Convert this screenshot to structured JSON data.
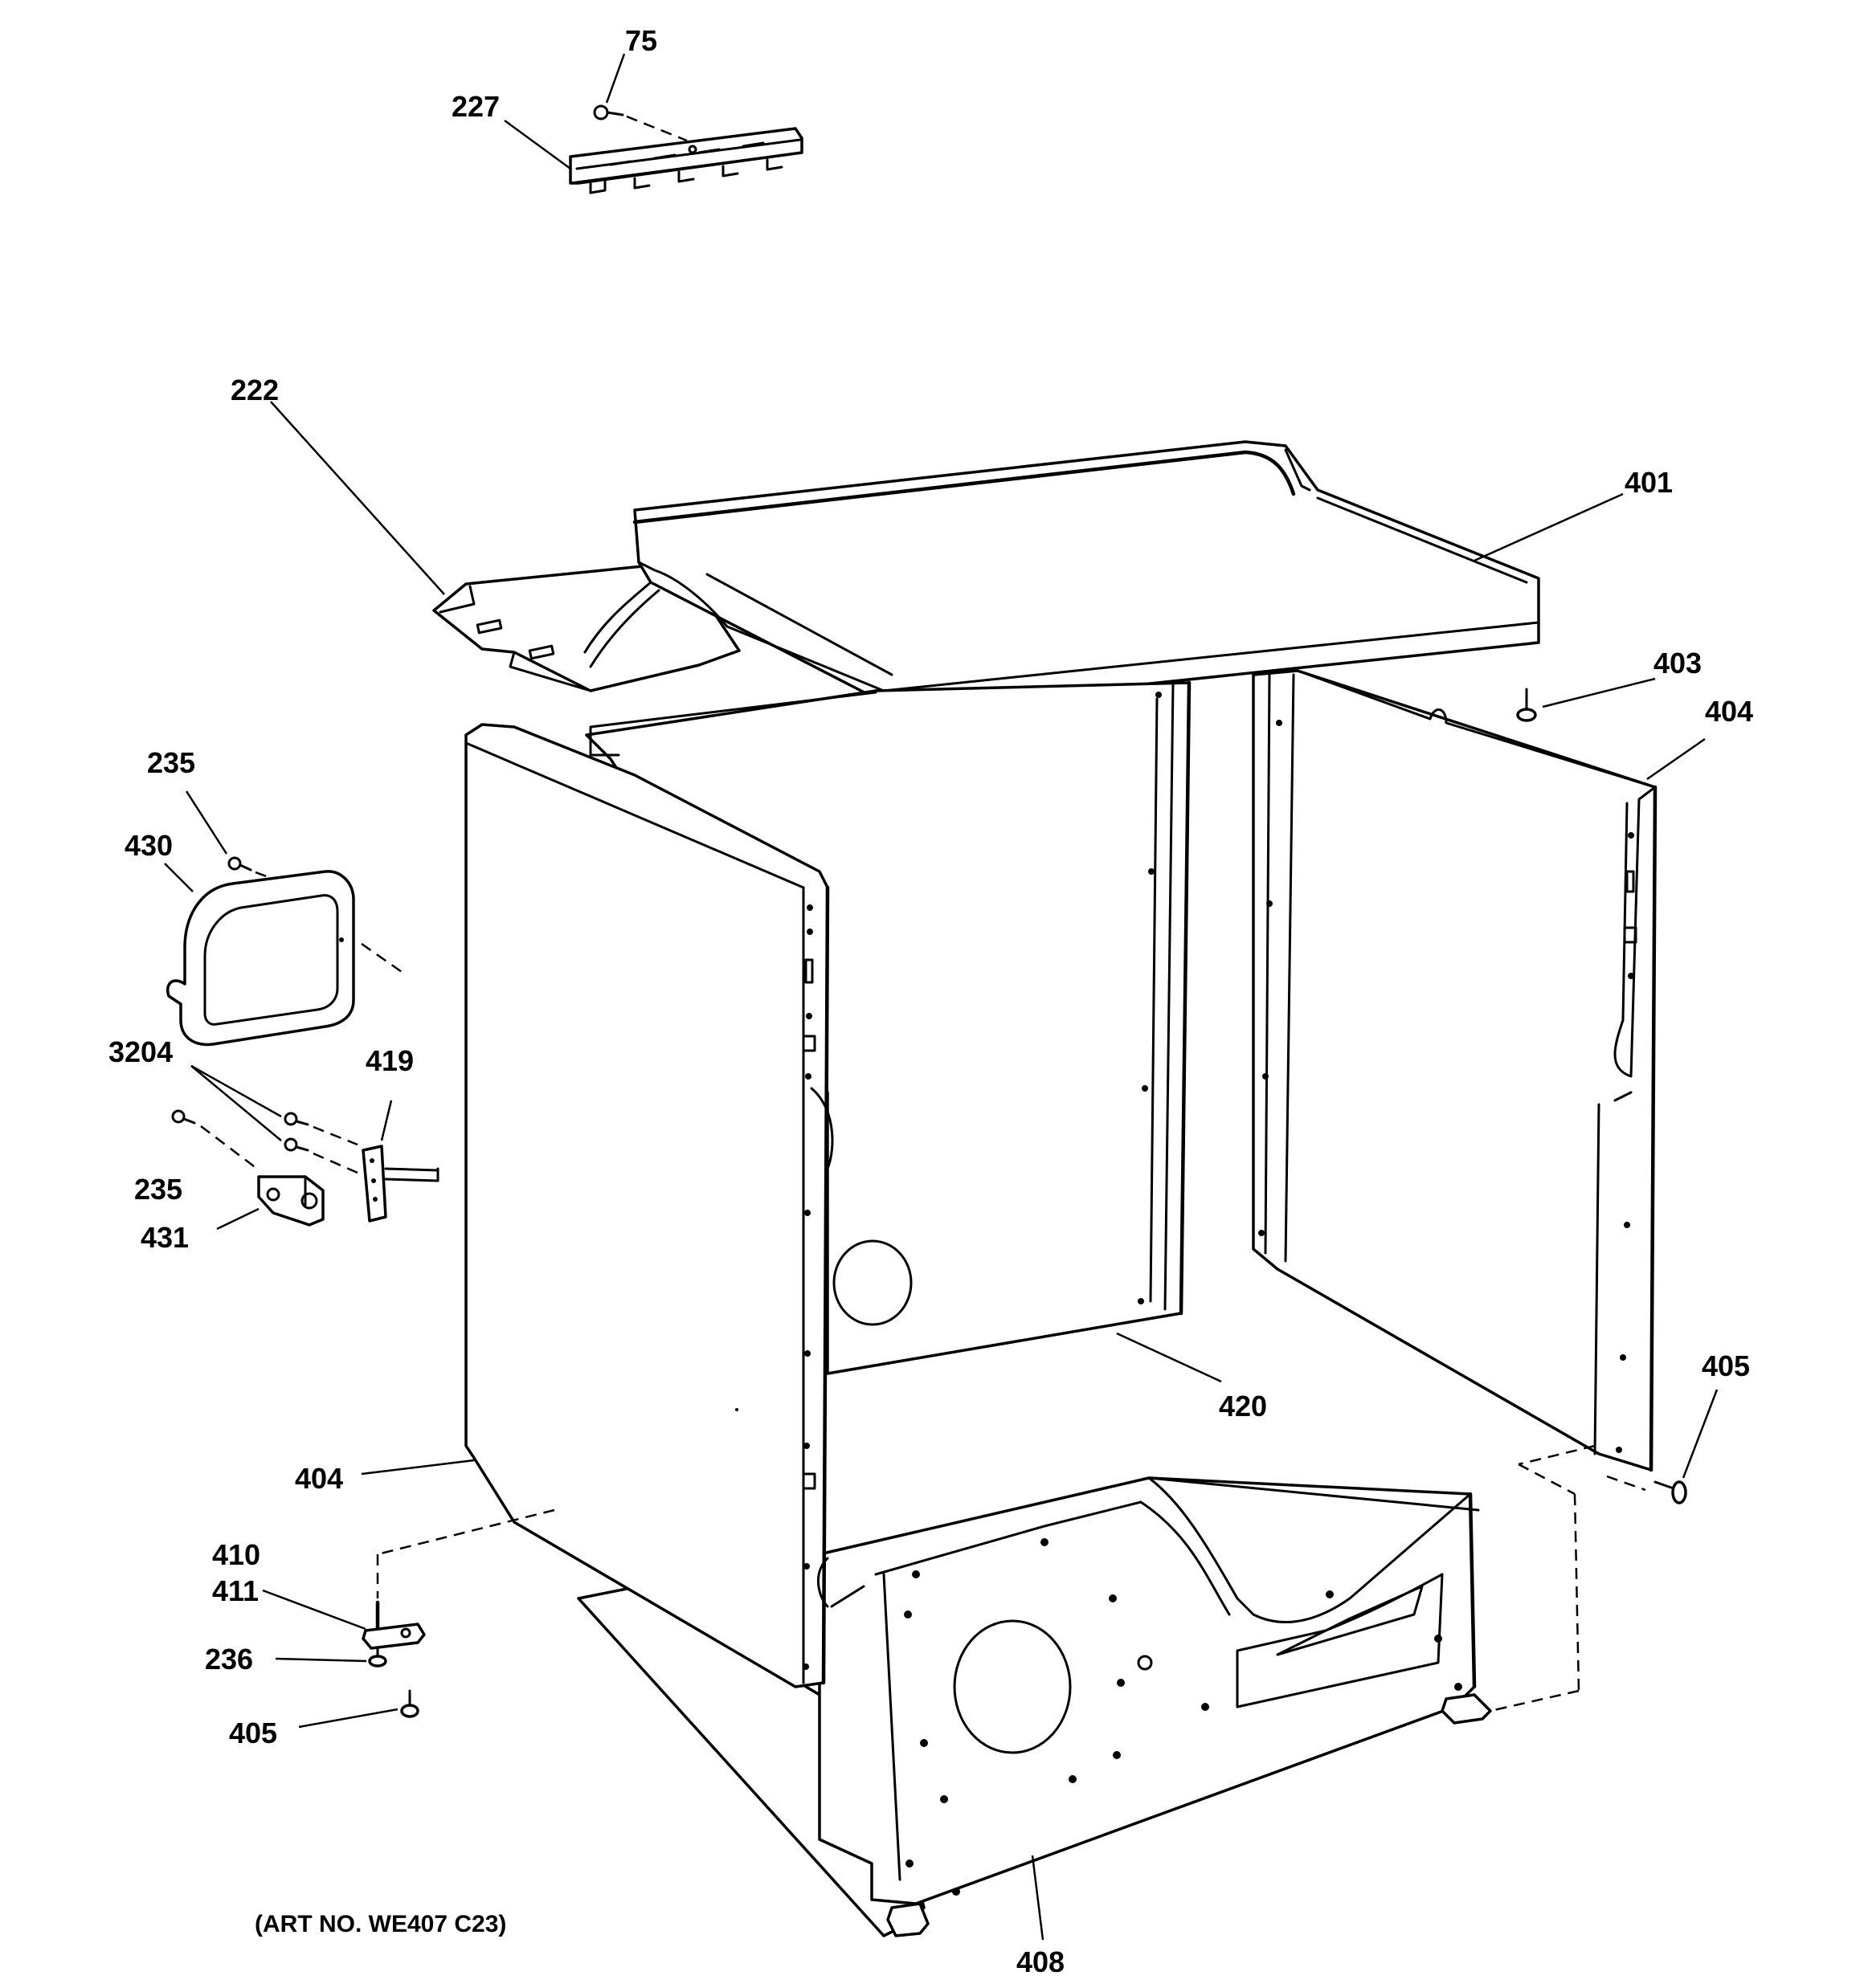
{
  "labels": {
    "p75": "75",
    "p227": "227",
    "p222": "222",
    "p401": "401",
    "p403": "403",
    "p404_right": "404",
    "p235_top": "235",
    "p430": "430",
    "p3204": "3204",
    "p419": "419",
    "p235_mid": "235",
    "p431": "431",
    "p420": "420",
    "p405_right": "405",
    "p404_left": "404",
    "p410": "410",
    "p411": "411",
    "p236": "236",
    "p405_left": "405",
    "p408": "408"
  },
  "art_number": "(ART NO. WE407 C23)"
}
